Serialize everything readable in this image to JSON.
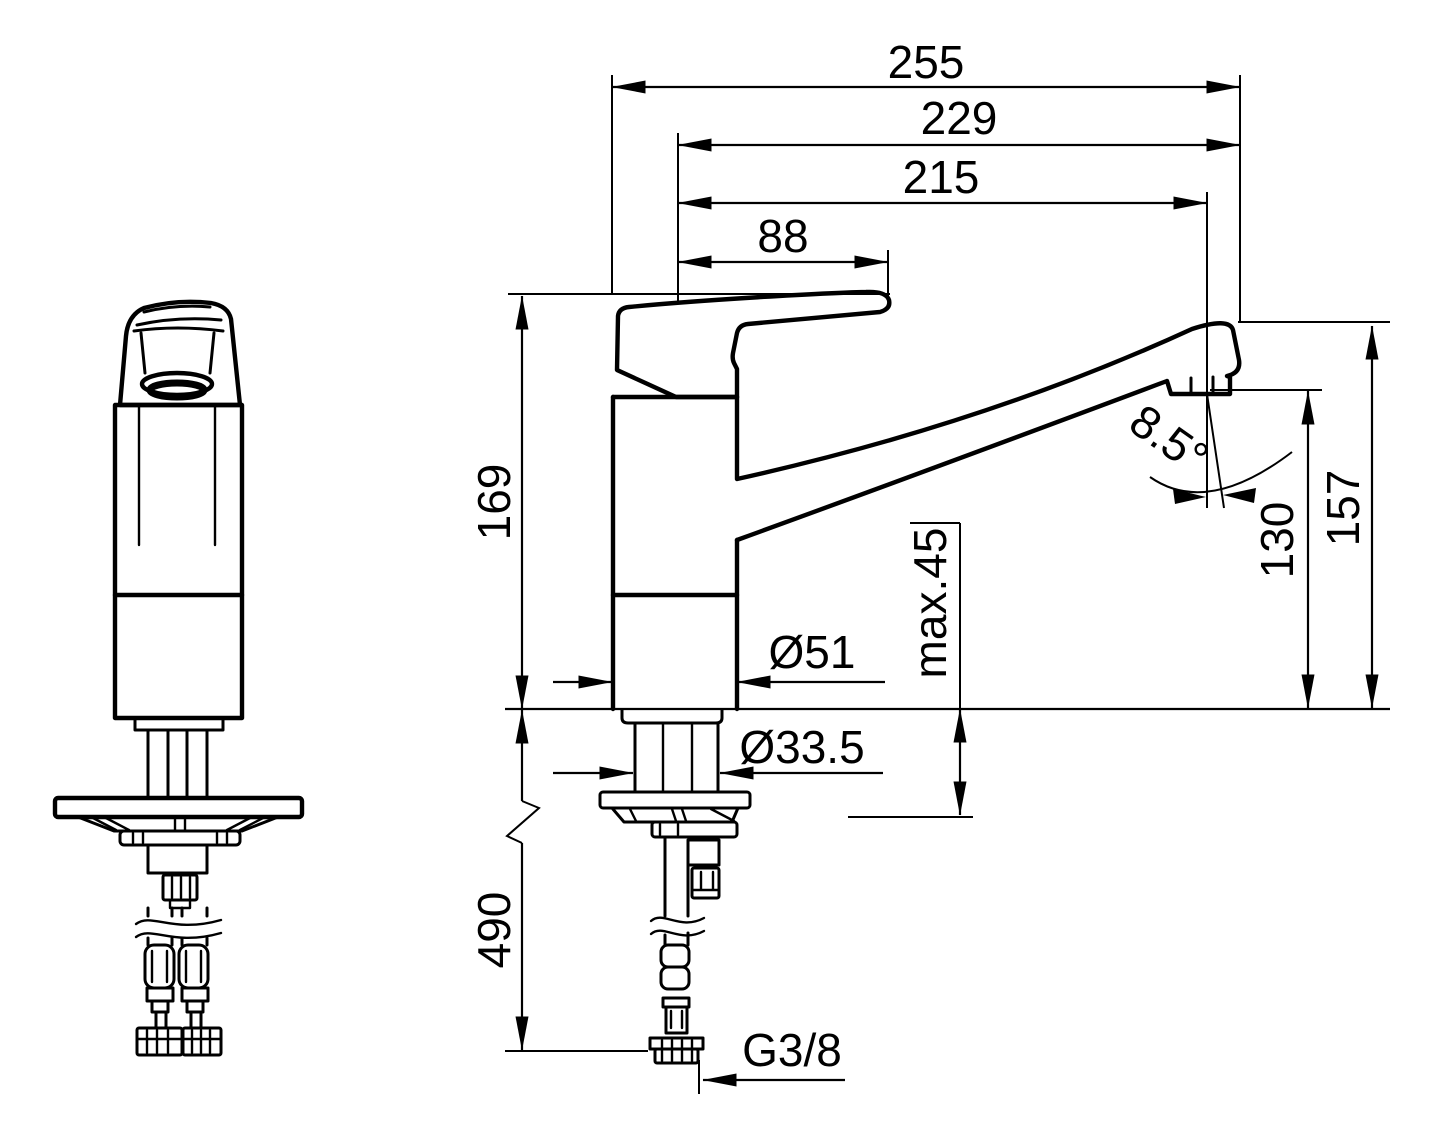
{
  "diagram": {
    "type": "technical-drawing",
    "units": "mm",
    "colors": {
      "ink": "#000000",
      "background": "#ffffff"
    },
    "views": {
      "left": "front-view",
      "right": "side-view"
    },
    "dimensions": {
      "overall_length": "255",
      "tip_reach_from_axis": "229",
      "outlet_reach_from_axis": "215",
      "handle_projection": "88",
      "height_to_handle_top": "169",
      "spout_angle": "8.5°",
      "outlet_height": "130",
      "spout_tip_height": "157",
      "body_diameter": "Ø51",
      "shank_diameter": "Ø33.5",
      "max_deck_thickness": "max.45",
      "hose_length_below_deck": "490",
      "supply_thread": "G3/8"
    }
  }
}
